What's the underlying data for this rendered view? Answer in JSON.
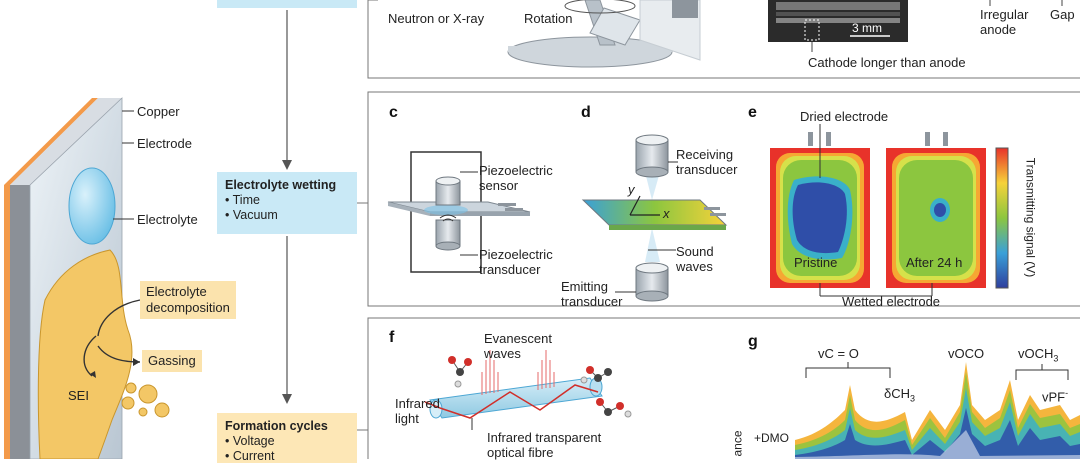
{
  "top": {
    "neutron_xray": "Neutron or X-ray",
    "rotation": "Rotation",
    "scale": "3 mm",
    "cathode_longer": "Cathode longer than anode",
    "irregular_anode_1": "Irregular",
    "irregular_anode_2": "anode",
    "gap": "Gap"
  },
  "left": {
    "copper": "Copper",
    "electrode": "Electrode",
    "electrolyte": "Electrolyte",
    "decomposition_1": "Electrolyte",
    "decomposition_2": "decomposition",
    "gassing": "Gassing",
    "sei": "SEI"
  },
  "flow": {
    "wetting_title": "Electrolyte wetting",
    "wetting_items": [
      "• Time",
      "• Vacuum"
    ],
    "formation_title": "Formation cycles",
    "formation_items": [
      "• Voltage",
      "• Current"
    ]
  },
  "panel_c": {
    "letter": "c",
    "sensor_1": "Piezoelectric",
    "sensor_2": "sensor",
    "transducer_1": "Piezoelectric",
    "transducer_2": "transducer"
  },
  "panel_d": {
    "letter": "d",
    "receiving_1": "Receiving",
    "receiving_2": "transducer",
    "axis_y": "y",
    "axis_x": "x",
    "sound_1": "Sound",
    "sound_2": "waves",
    "emitting_1": "Emitting",
    "emitting_2": "transducer"
  },
  "panel_e": {
    "letter": "e",
    "dried": "Dried electrode",
    "pristine": "Pristine",
    "after": "After 24 h",
    "wetted": "Wetted electrode",
    "colorbar": "Transmitting signal (V)"
  },
  "panel_f": {
    "letter": "f",
    "evanescent_1": "Evanescent",
    "evanescent_2": "waves",
    "infrared_1": "Infrared",
    "infrared_2": "light",
    "fibre_1": "Infrared transparent",
    "fibre_2": "optical fibre"
  },
  "panel_g": {
    "letter": "g",
    "vco": "vC = O",
    "vocos": "vOCO",
    "voch3": "vOCH",
    "voch3_sub": "3",
    "dch3": "δCH",
    "dch3_sub": "3",
    "vpf": "vPF",
    "vpf_sup": "-",
    "dmo": "+DMO",
    "ylabel": "ance"
  },
  "colors": {
    "flow_blue": "#c9e9f6",
    "tan": "#fbe3ad",
    "heat_red": "#e8322a",
    "heat_green": "#8cc63f",
    "heat_blue": "#2f4ea8"
  }
}
